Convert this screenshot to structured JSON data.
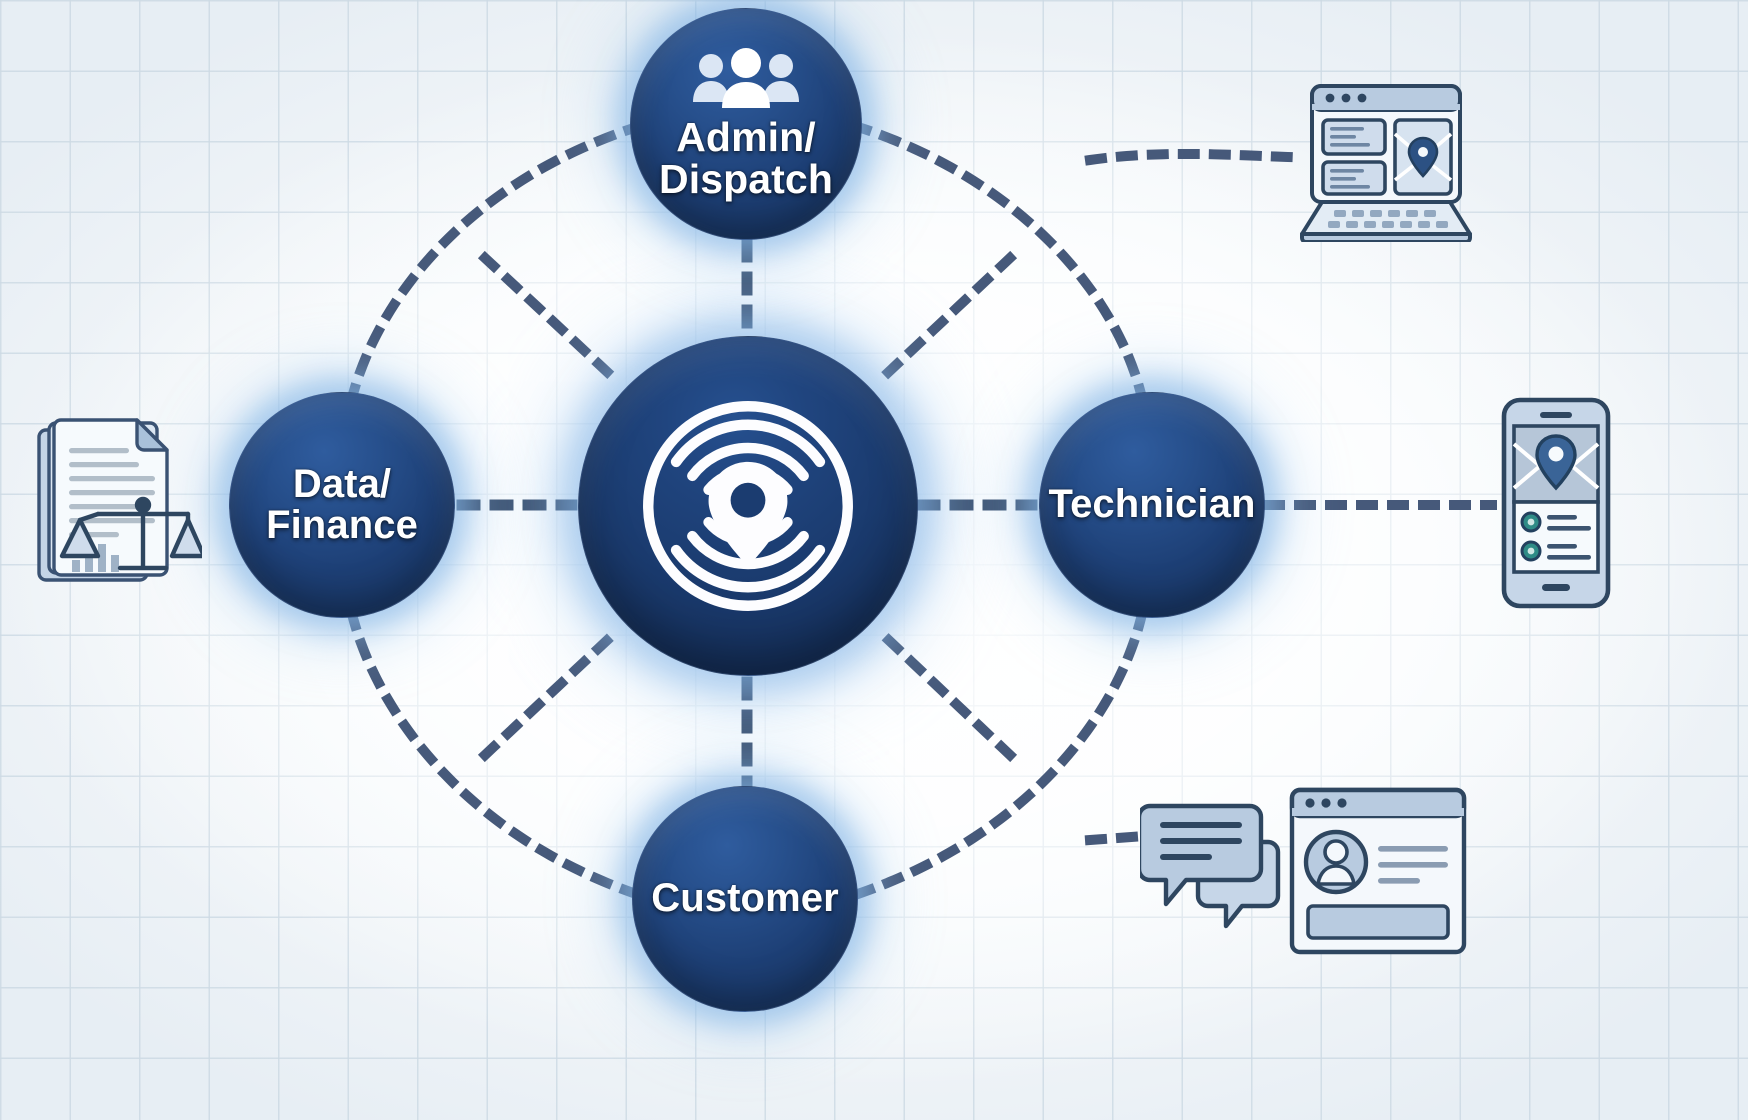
{
  "diagram": {
    "title": "Field service platform hub-and-spoke diagram",
    "background": {
      "grid": true,
      "grid_color": "#cddae4",
      "base_color": "#f2f6f9"
    },
    "colors": {
      "node_fill_dark": "#16325d",
      "node_fill_light": "#2f5c9e",
      "node_glow": "#7eb0e4",
      "label_text": "#ffffff",
      "connector": "#3a4f6b",
      "icon_outline": "#2e4660",
      "icon_fill": "#aec3dd",
      "icon_accent_teal": "#2e8b86"
    },
    "center_node": {
      "icon": "location-pin-signal-icon",
      "label": ""
    },
    "nodes": [
      {
        "id": "admin",
        "label_line1": "Admin/",
        "label_line2": "Dispatch",
        "icon": "people-group-icon"
      },
      {
        "id": "data",
        "label_line1": "Data/",
        "label_line2": "Finance",
        "icon": ""
      },
      {
        "id": "technician",
        "label_line1": "Technician",
        "label_line2": "",
        "icon": ""
      },
      {
        "id": "customer",
        "label_line1": "Customer",
        "label_line2": "",
        "icon": ""
      }
    ],
    "side_icons": [
      {
        "id": "documents",
        "name": "documents-scales-icon",
        "position": "left",
        "depicts": "stacked documents with bar chart and balance scales"
      },
      {
        "id": "laptop",
        "name": "laptop-dashboard-icon",
        "position": "top-right",
        "depicts": "laptop showing dashboard panels and a map with location pin"
      },
      {
        "id": "phone",
        "name": "mobile-map-checklist-icon",
        "position": "right",
        "depicts": "smartphone showing map with pin and task checklist"
      },
      {
        "id": "chat",
        "name": "chat-profile-icon",
        "position": "bottom-right",
        "depicts": "two chat bubbles and a browser profile card"
      }
    ],
    "connectors": [
      {
        "from": "center",
        "to": "admin",
        "style": "dashed"
      },
      {
        "from": "center",
        "to": "data",
        "style": "dashed"
      },
      {
        "from": "center",
        "to": "technician",
        "style": "dashed"
      },
      {
        "from": "center",
        "to": "customer",
        "style": "dashed"
      },
      {
        "from": "admin",
        "to": "data",
        "style": "dashed-arc"
      },
      {
        "from": "admin",
        "to": "technician",
        "style": "dashed-arc"
      },
      {
        "from": "data",
        "to": "customer",
        "style": "dashed-arc"
      },
      {
        "from": "technician",
        "to": "customer",
        "style": "dashed-arc"
      },
      {
        "from": "admin",
        "to": "laptop",
        "style": "dashed"
      },
      {
        "from": "technician",
        "to": "phone",
        "style": "dashed"
      },
      {
        "from": "customer",
        "to": "chat",
        "style": "dashed"
      },
      {
        "from": "data",
        "to": "documents",
        "style": "dashed"
      }
    ]
  }
}
